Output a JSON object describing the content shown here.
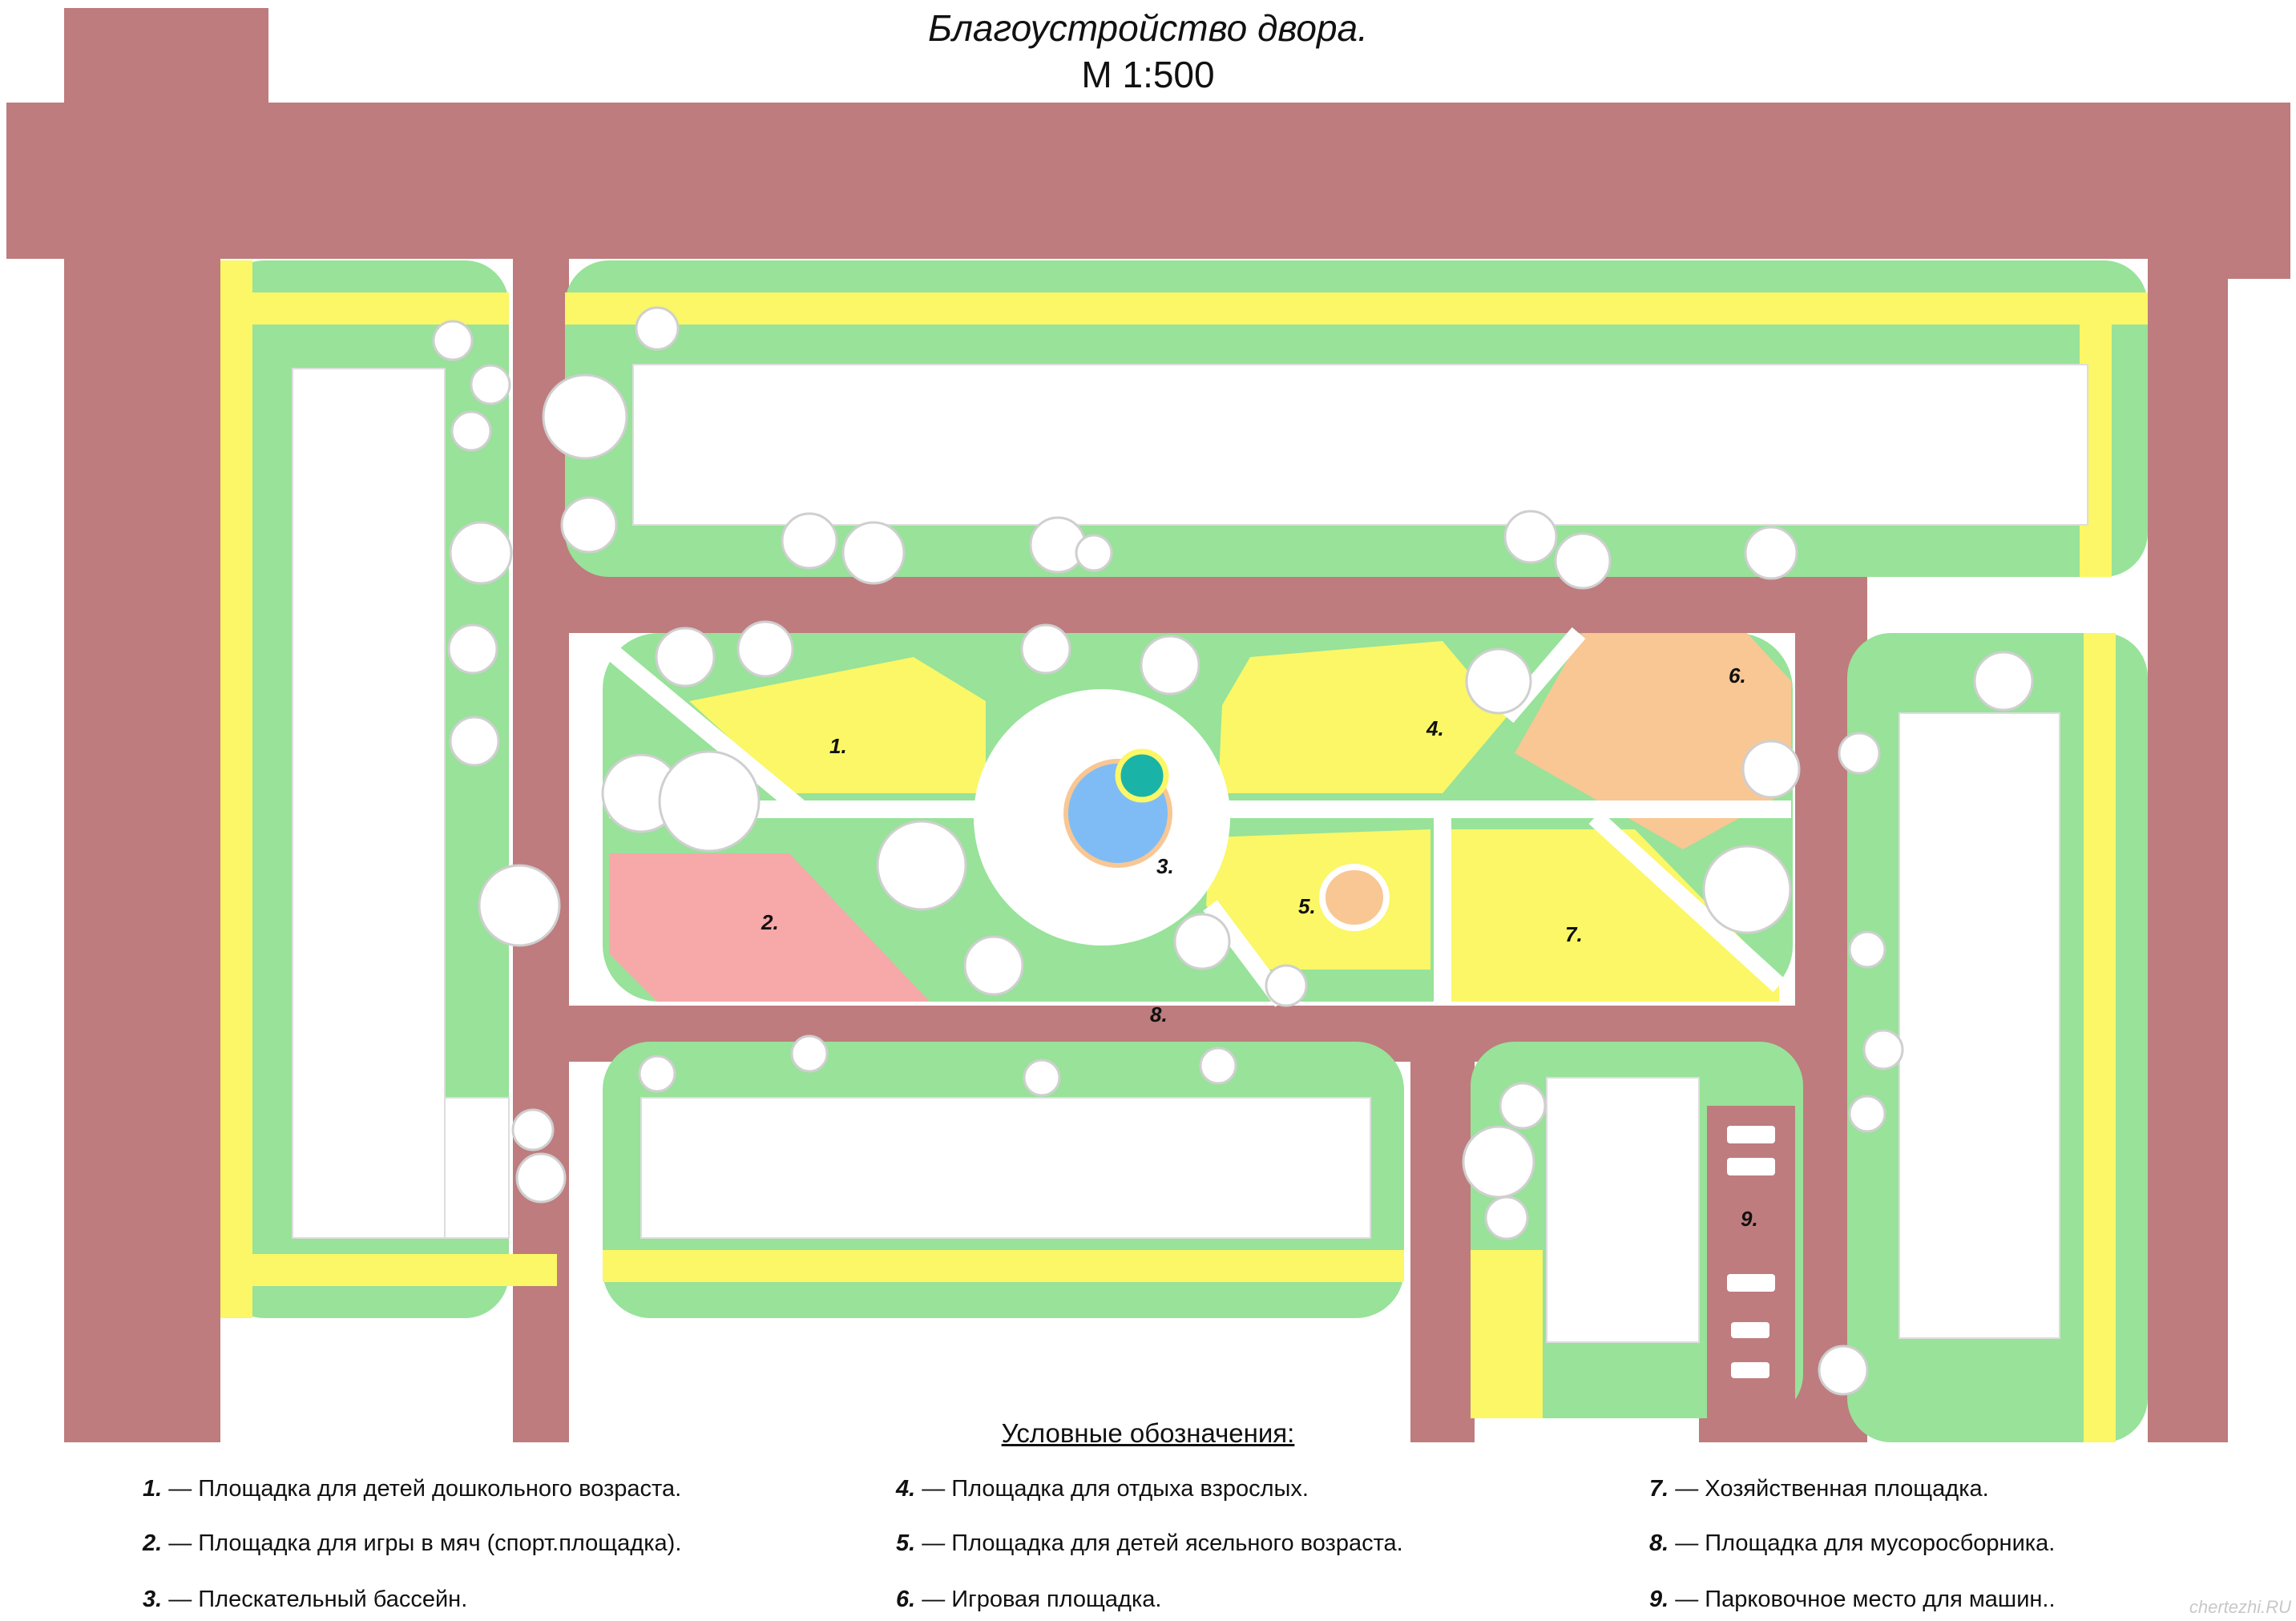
{
  "title": {
    "line1": "Благоустройство двора.",
    "line2": "М 1:500"
  },
  "plan_labels": [
    "1.",
    "2.",
    "3.",
    "4.",
    "5.",
    "6.",
    "7.",
    "8.",
    "9."
  ],
  "legend": {
    "heading": "Условные обозначения:",
    "items": [
      {
        "num": "1.",
        "text": " — Площадка для детей дошкольного возраста."
      },
      {
        "num": "2.",
        "text": " — Площадка для игры в мяч (спорт.площадка)."
      },
      {
        "num": "3.",
        "text": " — Плескательный бассейн."
      },
      {
        "num": "4.",
        "text": " — Площадка для отдыха взрослых."
      },
      {
        "num": "5.",
        "text": " — Площадка для детей ясельного возраста."
      },
      {
        "num": "6.",
        "text": " — Игровая площадка."
      },
      {
        "num": "7.",
        "text": " — Хозяйственная площадка."
      },
      {
        "num": "8.",
        "text": " — Площадка для мусоросборника."
      },
      {
        "num": "9.",
        "text": " — Парковочное место для машин.."
      }
    ]
  },
  "watermark": "chertezhi.RU",
  "colors": {
    "road": "#be7c7e",
    "lawn": "#98e29a",
    "sidewalk": "#fbf766",
    "building": "#ffffff",
    "playground_sport": "#f7a8a8",
    "playground_game": "#f8c794",
    "pool": "#7fbcf5",
    "plaza": "#ffffff",
    "tree": "#ffffff"
  }
}
